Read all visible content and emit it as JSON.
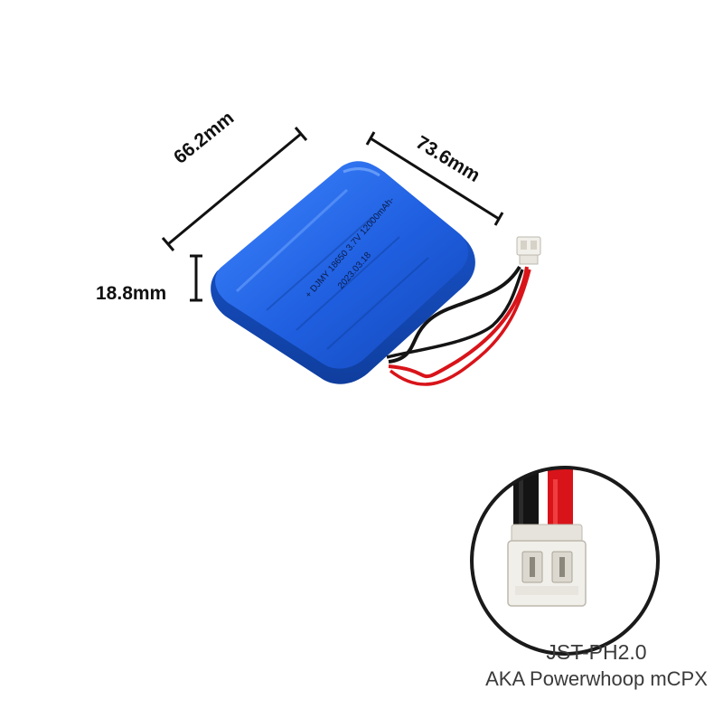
{
  "dimensions": {
    "length": "66.2mm",
    "width": "73.6mm",
    "height": "18.8mm"
  },
  "battery_label": {
    "line1": "+ DJMY 18650 3.7V 12000mAh-",
    "line2": "2023.03.18"
  },
  "connector_caption": {
    "line1": "JST-PH2.0",
    "line2": "AKA Powerwhoop mCPX"
  },
  "colors": {
    "battery_blue": "#1f5fe0",
    "wire_red": "#d8141a",
    "wire_black": "#141414",
    "connector_white": "#f1efea"
  }
}
